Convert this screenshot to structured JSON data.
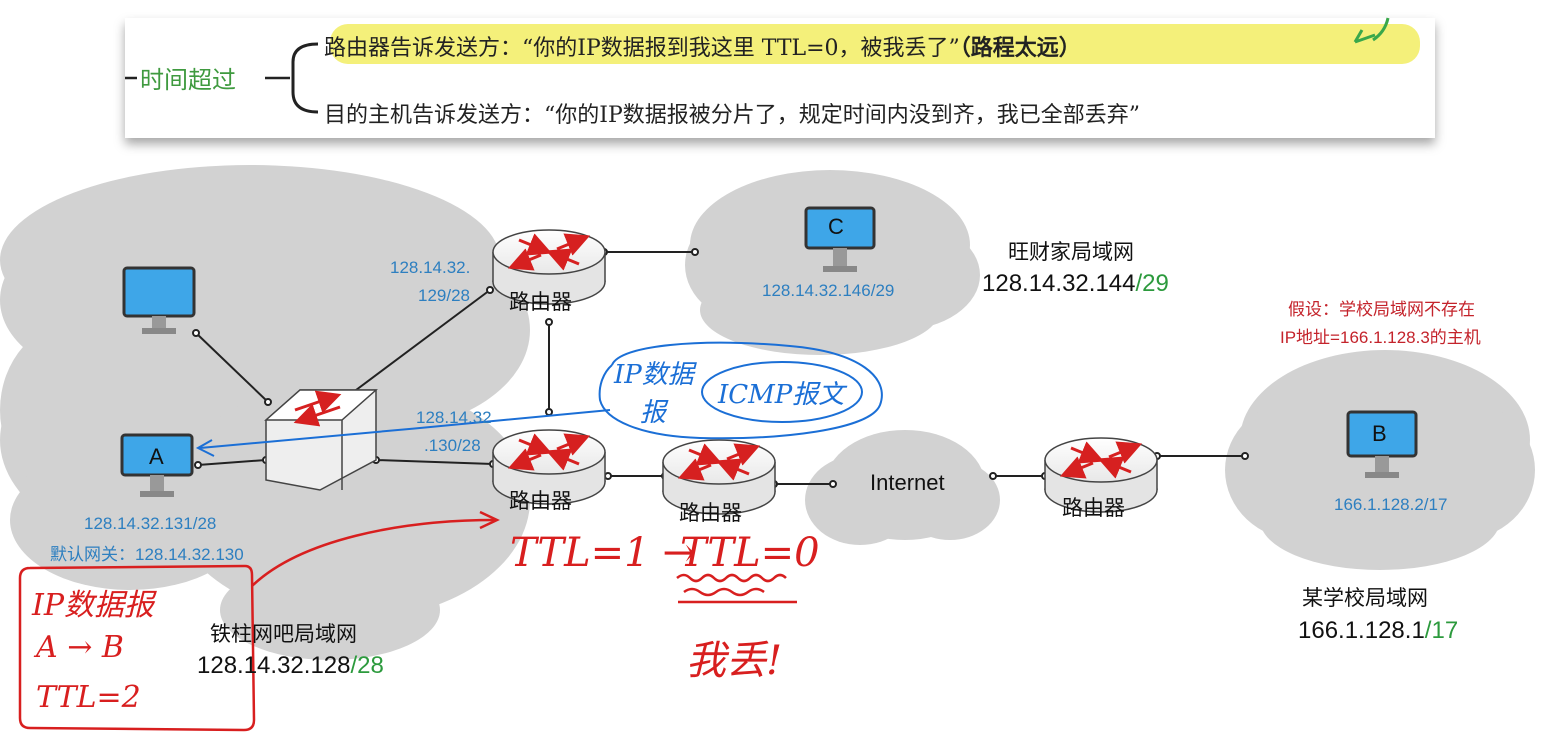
{
  "banner": {
    "category": "时间超过",
    "line1_text": "路由器告诉发送方：“你的IP数据报到我这里 TTL=0，被我丢了”",
    "line1_bold": "（路程太远）",
    "line2_text": "目的主机告诉发送方：“你的IP数据报被分片了，规定时间内没到齐，我已全部丢弃”"
  },
  "networks": {
    "wangcai": {
      "name": "旺财家局域网",
      "addr": "128.14.32.144",
      "mask": "/29"
    },
    "tiezhu": {
      "name": "铁柱网吧局域网",
      "addr": "128.14.32.128",
      "mask": "/28"
    },
    "school": {
      "name": "某学校局域网",
      "addr": "166.1.128.1",
      "mask": "/17"
    },
    "internet": "Internet"
  },
  "hosts": {
    "a": {
      "label": "A",
      "ip": "128.14.32.131/28",
      "gateway": "默认网关：128.14.32.130"
    },
    "b": {
      "label": "B",
      "ip": "166.1.128.2/17"
    },
    "c": {
      "label": "C",
      "ip": "128.14.32.146/29"
    }
  },
  "routers": {
    "label": "路由器",
    "r1_ip_line1": "128.14.32.",
    "r1_ip_line2": "129/28",
    "r2_ip_line1": "128.14.32",
    "r2_ip_line2": ".130/28"
  },
  "assumption": {
    "line1": "假设：学校局域网不存在",
    "line2": "IP地址=166.1.128.3的主机"
  },
  "annotations": {
    "packet_line1": "IP数据报",
    "packet_line2": "A → B",
    "packet_line3": "TTL=2",
    "ttl1": "TTL=1 →",
    "ttl0": "TTL=0",
    "drop": "我丢!",
    "reply_line1": "IP数据",
    "reply_line2": "报",
    "icmp": "ICMP报文"
  },
  "colors": {
    "cloud": "#d2d2d2",
    "host_blue": "#3ea6e8",
    "label_blue": "#2d7fc0",
    "router_arrow": "#d62020",
    "annotation_red": "#d81f1f",
    "annotation_blue": "#1b6fd6",
    "mask_green": "#2c9a3d",
    "highlight": "#f4f07a"
  }
}
